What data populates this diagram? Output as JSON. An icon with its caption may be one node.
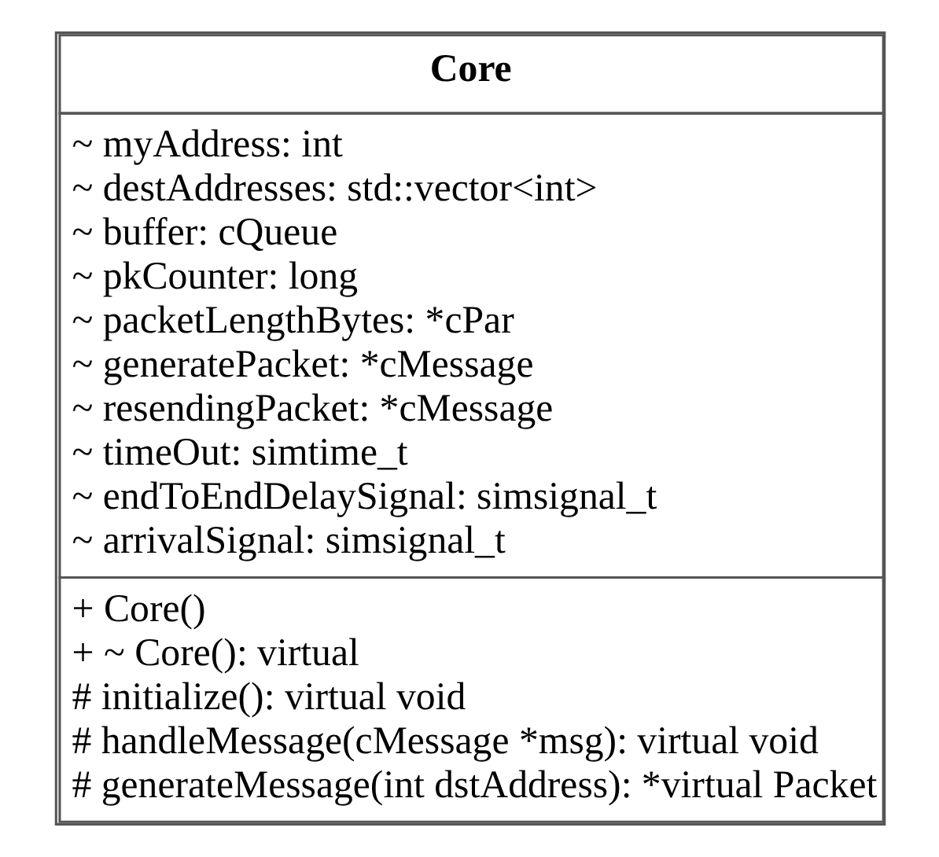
{
  "diagram": {
    "nodes": [
      {
        "text": [
          "Core",
          "~ myAddress: int",
          "~ destAddresses: std::vector<int>",
          "~ buffer: cQueue",
          "~ pkCounter: long",
          "~ packetLengthBytes: *cPar",
          "~ generatePacket: *cMessage",
          "~ resendingPacket: *cMessage",
          "~ timeOut: simtime_t",
          "~ endToEndDelaySignal: simsignal_t",
          "~ arrivalSignal: simsignal_t",
          "+ Core()",
          "+ ~ Core(): virtual",
          "# initialize(): virtual void",
          "# handleMessage(cMessage *msg): virtual void",
          "# generateMessage(int dstAddress): *virtual Packet"
        ]
      }
    ],
    "edges": []
  }
}
